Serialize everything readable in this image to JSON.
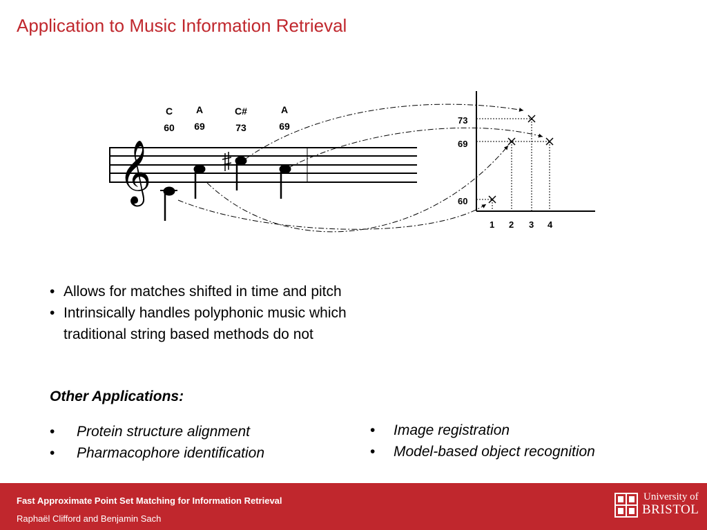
{
  "title": "Application to Music Information Retrieval",
  "figure": {
    "note_names": [
      "C",
      "A",
      "C#",
      "A"
    ],
    "note_pitches": [
      "60",
      "69",
      "73",
      "69"
    ],
    "pitch_axis_ticks": [
      "73",
      "69",
      "60"
    ],
    "time_axis_ticks": [
      "1",
      "2",
      "3",
      "4"
    ],
    "points": [
      {
        "time": 1,
        "pitch": 60
      },
      {
        "time": 2,
        "pitch": 69
      },
      {
        "time": 3,
        "pitch": 73
      },
      {
        "time": 4,
        "pitch": 69
      }
    ]
  },
  "bullets": {
    "item1": "Allows for matches shifted in time and pitch",
    "item2_line1": "Intrinsically handles polyphonic music which",
    "item2_line2": "traditional string based methods do not",
    "marker": "•"
  },
  "other": {
    "heading": "Other Applications:",
    "left": [
      "Protein structure alignment",
      "Pharmacophore identification"
    ],
    "right": [
      "Image registration",
      "Model-based object recognition"
    ]
  },
  "footer": {
    "title": "Fast Approximate Point Set Matching for Information Retrieval",
    "authors": "Raphaël Clifford and Benjamin Sach",
    "logo_line1": "University of",
    "logo_line2": "BRISTOL"
  },
  "colors": {
    "accent": "#c0272d"
  }
}
